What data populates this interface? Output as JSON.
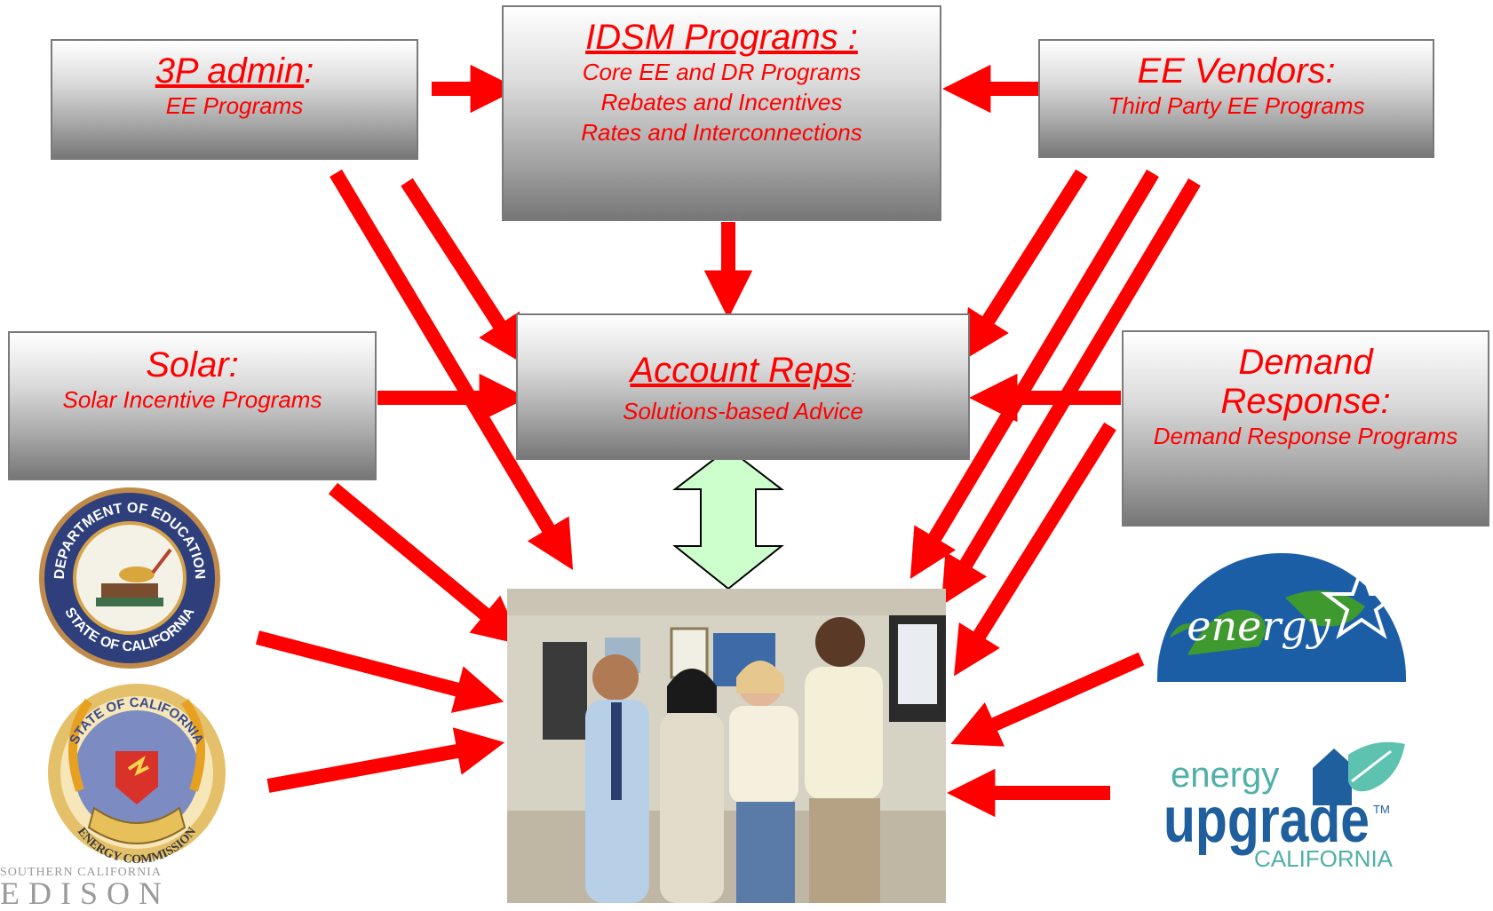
{
  "boxes": {
    "three_p": {
      "title_u": "3P admin",
      "title_rest": ":",
      "sub": [
        "EE Programs"
      ]
    },
    "idsm": {
      "title": "IDSM Programs :",
      "sub": [
        "Core EE  and DR Programs",
        "Rebates and Incentives",
        "Rates and Interconnections"
      ]
    },
    "vendors": {
      "title": "EE Vendors:",
      "sub": [
        "Third Party EE Programs"
      ]
    },
    "solar": {
      "title": "Solar:",
      "sub": [
        "Solar Incentive Programs"
      ]
    },
    "account": {
      "title_u": "Account Reps",
      "title_rest": ":",
      "sub": [
        "Solutions-based Advice"
      ]
    },
    "demand": {
      "title": [
        "Demand",
        "Response:"
      ],
      "sub": [
        "Demand Response Programs"
      ]
    }
  },
  "logos": {
    "education_seal": {
      "top_text": "DEPARTMENT OF EDUCATION",
      "bottom_text": "STATE OF CALIFORNIA"
    },
    "energy_commission_seal": {
      "top_text": "STATE OF CALIFORNIA",
      "bottom_text": "ENERGY COMMISSION"
    },
    "energy_star": {
      "script_text": "energy"
    },
    "energy_upgrade": {
      "line1": "energy",
      "line2": "upgrade",
      "tm": "TM",
      "line3": "CALIFORNIA"
    },
    "sce": {
      "line1": "SOUTHERN CALIFORNIA",
      "line2": "EDISON"
    }
  },
  "colors": {
    "arrow": "#ff0000",
    "double_arrow_fill": "#ccffcc",
    "text_red": "#ff0000"
  }
}
